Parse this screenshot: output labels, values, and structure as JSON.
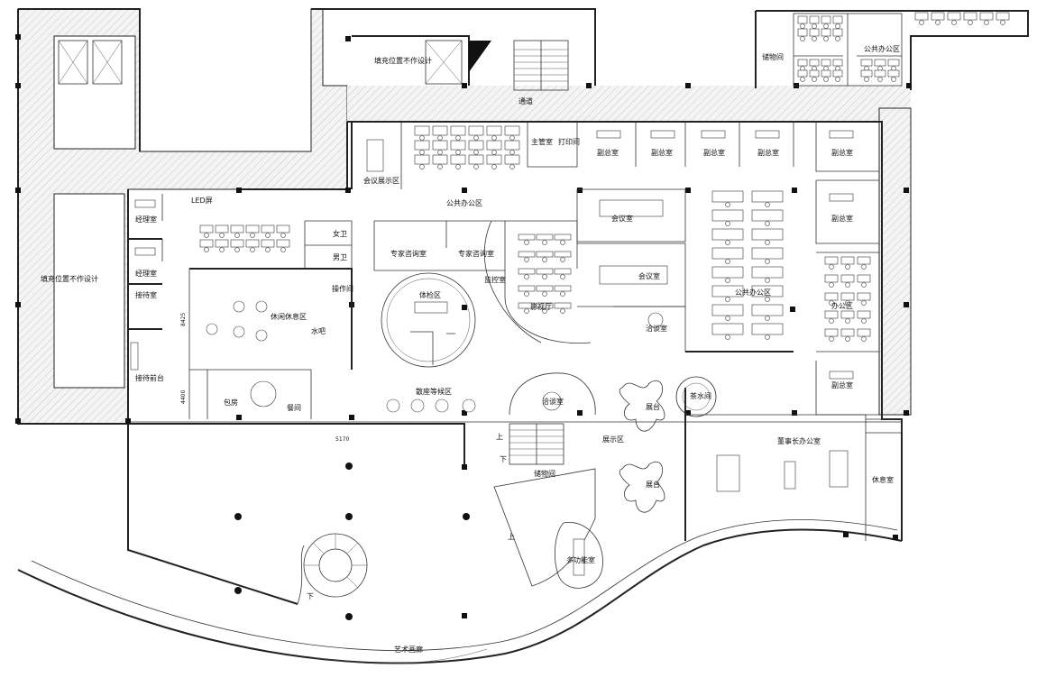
{
  "plan": {
    "fill_zone_labels": [
      "填充位置不作设计",
      "填充位置不作设计"
    ],
    "rooms": {
      "storage_top": "储物间",
      "public_office_top": "公共办公区",
      "corridor": "通道",
      "meeting_display": "会议展示区",
      "public_office_mid": "公共办公区",
      "director_office": "主管室",
      "print_room": "打印间",
      "vice_1": "副总室",
      "vice_2": "副总室",
      "vice_3": "副总室",
      "vice_4": "副总室",
      "vice_5": "副总室",
      "vice_6": "副总室",
      "vice_7": "副总室",
      "led": "LED屏",
      "manager_1": "经理室",
      "manager_2": "经理室",
      "reception": "接待室",
      "reception_desk": "接待前台",
      "female_wc": "女卫",
      "male_wc": "男卫",
      "expert_1": "专家咨询室",
      "expert_2": "专家咨询室",
      "meeting_1": "会议室",
      "meeting_2": "会议室",
      "public_office_right": "公共办公区",
      "office_right": "办公区",
      "operation": "操作间",
      "lounge": "休闲休息区",
      "water_bar": "水吧",
      "physical_exam": "体检区",
      "monitor": "监控室",
      "cinema": "影视厅",
      "negotiation_1": "洽谈室",
      "negotiation_2": "洽谈室",
      "waiting": "散座等候区",
      "private_room": "包房",
      "dining": "餐间",
      "exhibit_area": "展示区",
      "stage_1": "展台",
      "stage_2": "展台",
      "tea_room": "茶水间",
      "chairman": "董事长办公室",
      "rest_room": "休息室",
      "storage_mid": "储物间",
      "multimedia": "多功能室",
      "art_gallery": "艺术画廊"
    },
    "stairs": {
      "up_1": "上",
      "down_1": "下",
      "up_2": "上",
      "down_2": "下"
    },
    "dimensions": {
      "span": "5170",
      "d1": "8425",
      "d2": "4400"
    }
  }
}
